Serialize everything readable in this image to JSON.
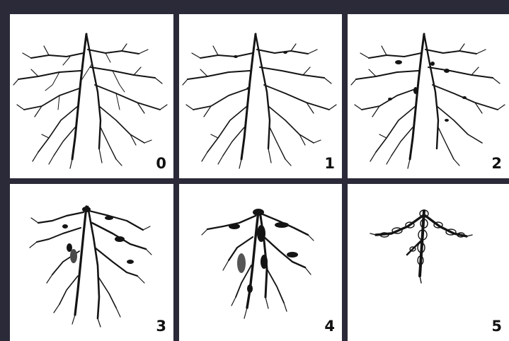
{
  "panels": [
    {
      "score_label": "0",
      "severity": 0
    },
    {
      "score_label": "1",
      "severity": 1
    },
    {
      "score_label": "2",
      "severity": 2
    },
    {
      "score_label": "3",
      "severity": 3
    },
    {
      "score_label": "4",
      "severity": 4
    },
    {
      "score_label": "5",
      "severity": 5
    }
  ]
}
